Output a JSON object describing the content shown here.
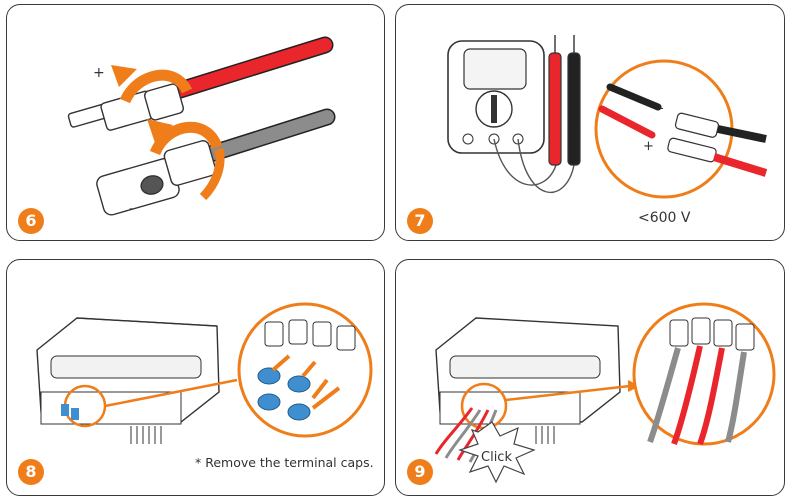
{
  "panels": [
    {
      "step": "6",
      "plus": "+",
      "minus": "-"
    },
    {
      "step": "7",
      "plus": "+",
      "minus": "-",
      "voltage": "<600 V"
    },
    {
      "step": "8",
      "note": "* Remove the terminal caps."
    },
    {
      "step": "9",
      "click": "Click"
    }
  ],
  "colors": {
    "accent": "#ef7d1a",
    "red_cable": "#e8262b",
    "grey_cable": "#8c8c8c",
    "cap_blue": "#3f8fd0",
    "border": "#3a3a3a"
  }
}
